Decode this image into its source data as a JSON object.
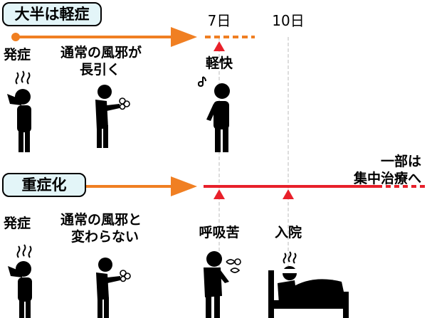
{
  "colors": {
    "orange": "#f07f22",
    "red": "#e8202a",
    "badge_bg": "#e3f5f8",
    "guide": "#bbbbbb",
    "figure": "#000000"
  },
  "day_markers": [
    "7日",
    "10日"
  ],
  "mild": {
    "badge": "大半は軽症",
    "onset": "発症",
    "cold_line1": "通常の風邪が",
    "cold_line2": "長引く",
    "recovery": "軽快"
  },
  "severe": {
    "badge": "重症化",
    "onset": "発症",
    "cold_line1": "通常の風邪と",
    "cold_line2": "変わらない",
    "breathing": "呼吸苦",
    "hospitalized": "入院",
    "icu_line1": "一部は",
    "icu_line2": "集中治療へ"
  },
  "icons": [
    "headache-figure-icon",
    "coughing-figure-icon",
    "whistling-figure-icon",
    "breathless-figure-icon",
    "bedridden-patient-icon"
  ]
}
